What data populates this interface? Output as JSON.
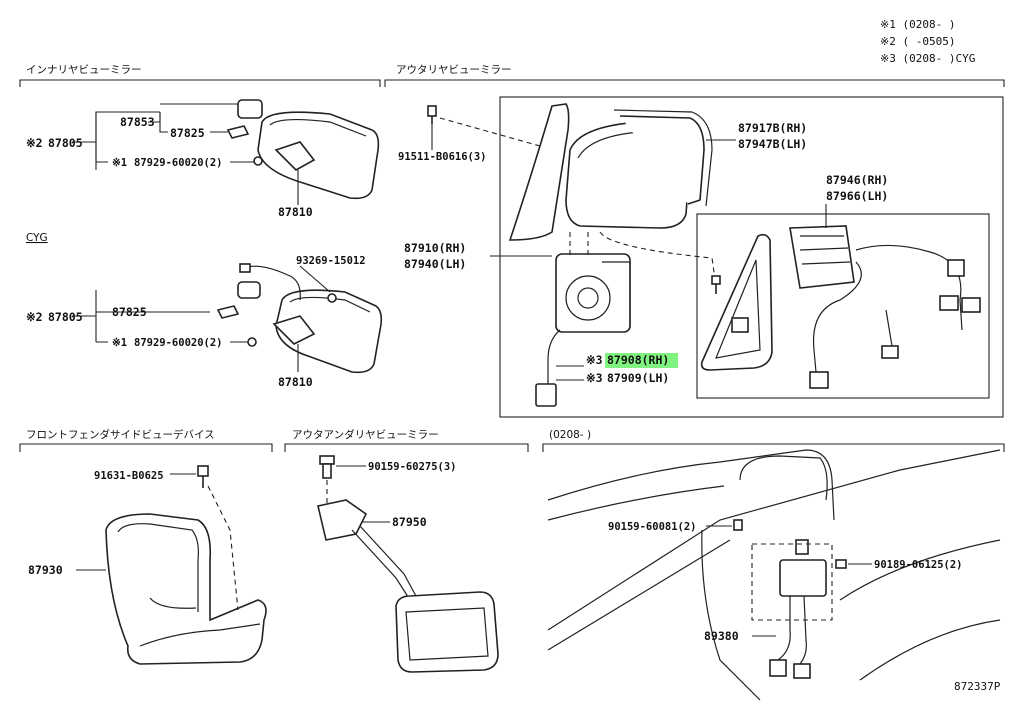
{
  "notes": [
    "※1 (0208-      )",
    "※2 (      -0505)",
    "※3 (0208-      )CYG"
  ],
  "sections": {
    "inner": "インナリヤビューミラー",
    "outer": "アウタリヤビューミラー",
    "cyg": "CYG",
    "fender": "フロントフェンダサイドビューデバイス",
    "under": "アウタアンダリヤビューミラー",
    "date": "(0208-      )"
  },
  "parts": {
    "p87853": "87853",
    "p87825a": "87825",
    "p87805a": "87805",
    "n2a": "※2",
    "n1a": "※1",
    "p87929a": "87929-60020(2)",
    "p87810a": "87810",
    "p93269": "93269-15012",
    "p87805b": "87805",
    "n2b": "※2",
    "p87825b": "87825",
    "n1b": "※1",
    "p87929b": "87929-60020(2)",
    "p87810b": "87810",
    "p91511": "91511-B0616(3)",
    "p87917": "87917B(RH)",
    "p87947": "87947B(LH)",
    "p87946": "87946(RH)",
    "p87966": "87966(LH)",
    "p87910": "87910(RH)",
    "p87940": "87940(LH)",
    "n3a": "※3",
    "p87908": "87908(RH)",
    "n3b": "※3",
    "p87909": "87909(LH)",
    "p91631": "91631-B0625",
    "p87930": "87930",
    "p90159a": "90159-60275(3)",
    "p87950": "87950",
    "p90159b": "90159-60081(2)",
    "p90189": "90189-06125(2)",
    "p89380": "89380"
  },
  "footer": "872337P",
  "colors": {
    "highlight": "#7ff27f",
    "ink": "#222222"
  }
}
